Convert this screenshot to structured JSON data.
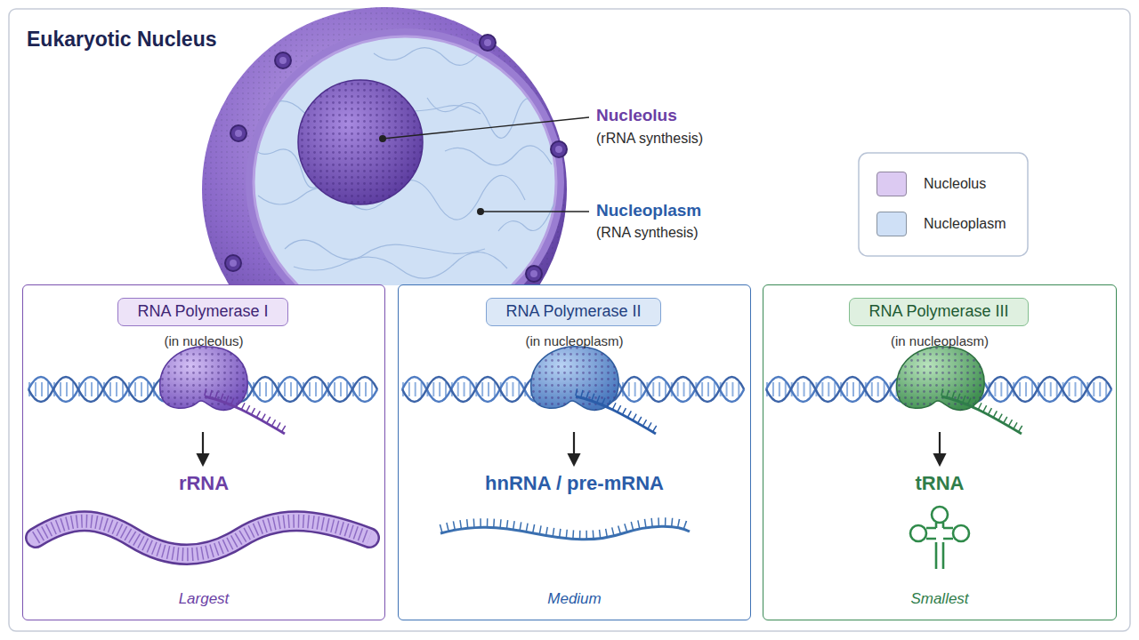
{
  "diagram": {
    "title": "Eukaryotic Nucleus",
    "nodes": [
      {
        "text": [
          "(in nucleolus)",
          "rRNA",
          "Largest"
        ]
      },
      {
        "text": [
          "RNA Polymerase I"
        ],
        "in": 0
      },
      {
        "text": [
          "(in nucleoplasm)",
          "hnRNA / pre-mRNA",
          "Medium"
        ]
      },
      {
        "text": [
          "RNA Polymerase II"
        ],
        "in": 2
      },
      {
        "text": [
          "(in nucleoplasm)",
          "tRNA",
          "Smallest"
        ]
      },
      {
        "text": [
          "RNA Polymerase III"
        ],
        "in": 4
      }
    ],
    "labels": [
      "Nucleolus",
      "(rRNA synthesis)",
      "Nucleoplasm",
      "(RNA synthesis)"
    ],
    "legend": [
      {
        "text": "Nucleolus",
        "color": "#dccaf2"
      },
      {
        "text": "Nucleoplasm",
        "color": "#cfe0f6"
      }
    ]
  }
}
